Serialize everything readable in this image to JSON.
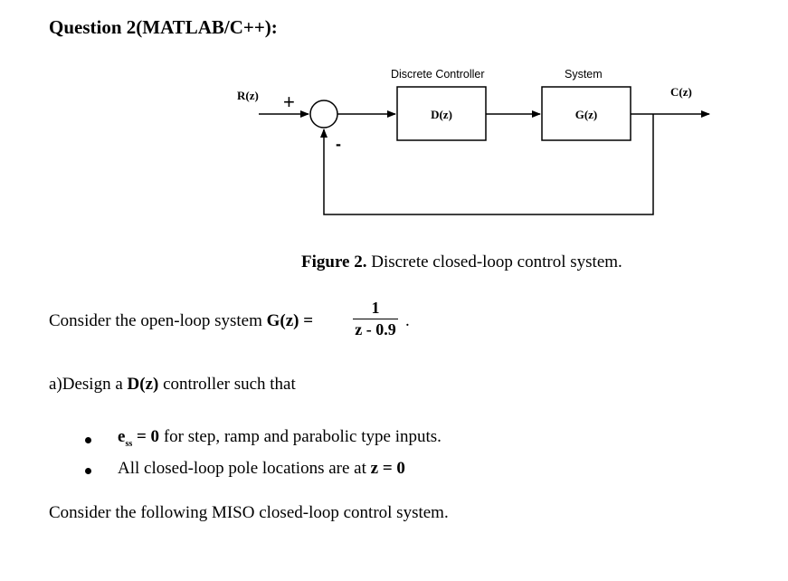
{
  "heading": "Question 2(MATLAB/C++):",
  "diagram": {
    "input_label": "R(z)",
    "plus_sign": "+",
    "minus_sign": "-",
    "controller_caption": "Discrete Controller",
    "controller_label": "D(z)",
    "system_caption": "System",
    "system_label": "G(z)",
    "output_label": "C(z)"
  },
  "figure_caption": {
    "prefix": "Figure 2.",
    "text": " Discrete closed-loop control system."
  },
  "paragraph1": {
    "text": "Consider the open-loop system ",
    "func": "G(z) =",
    "numerator": "1",
    "denominator": "z - 0.9",
    "end": "."
  },
  "paragraph2": {
    "prefix": "a)Design a ",
    "func": "D(z)",
    "suffix": " controller such that"
  },
  "bullets": [
    {
      "symbol": "e",
      "subscript": "ss",
      "math": " = 0",
      "text": " for step, ramp and parabolic type inputs."
    },
    {
      "text": "All closed-loop pole locations are at ",
      "math": "z = 0"
    }
  ],
  "paragraph3": "Consider the following MISO closed-loop control system."
}
